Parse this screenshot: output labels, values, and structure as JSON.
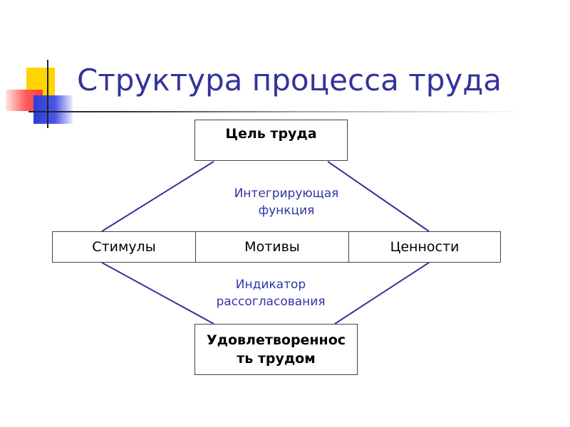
{
  "title": "Структура процесса труда",
  "boxes": {
    "goal": "Цель труда",
    "stimuli": "Стимулы",
    "motives": "Мотивы",
    "values": "Ценности",
    "satisfaction": "Удовлетвореннос ть трудом"
  },
  "notes": {
    "integrating": "Интегрирующая функция",
    "indicator": "Индикатор рассогласования"
  },
  "colors": {
    "title": "#33339b",
    "lines": "#33339b",
    "notes": "#3333aa"
  }
}
